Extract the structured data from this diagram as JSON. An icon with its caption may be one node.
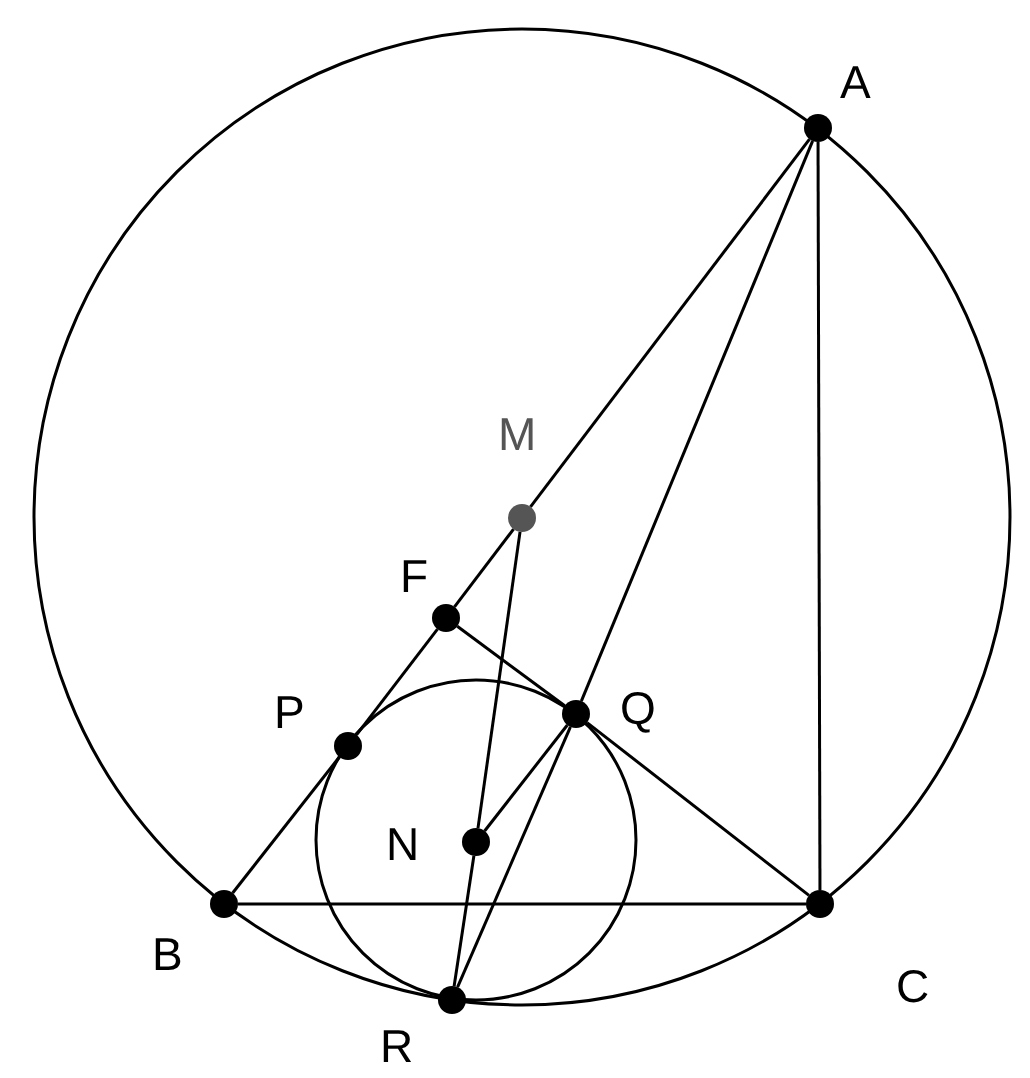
{
  "diagram": {
    "nodes": [
      {
        "text": [],
        "shape": "circle",
        "beside": [
          "A"
        ]
      },
      {
        "text": [],
        "shape": "circle",
        "beside": [
          "M"
        ]
      },
      {
        "text": [],
        "shape": "circle",
        "beside": [
          "F"
        ]
      },
      {
        "text": [],
        "shape": "circle",
        "beside": [
          "P"
        ]
      },
      {
        "text": [],
        "shape": "circle",
        "beside": [
          "Q"
        ]
      },
      {
        "text": [],
        "shape": "circle",
        "beside": [
          "N"
        ]
      },
      {
        "text": [],
        "shape": "circle",
        "beside": [
          "B"
        ]
      },
      {
        "text": [],
        "shape": "circle",
        "beside": [
          "C"
        ]
      },
      {
        "text": [],
        "shape": "circle",
        "beside": [
          "R"
        ]
      }
    ],
    "edges": [
      {
        "from": 0,
        "to": 1,
        "arrow": "none"
      },
      {
        "from": 1,
        "to": 2,
        "arrow": "none"
      },
      {
        "from": 2,
        "to": 3,
        "arrow": "none"
      },
      {
        "from": 3,
        "to": 6,
        "arrow": "none"
      },
      {
        "from": 0,
        "to": 7,
        "arrow": "none"
      },
      {
        "from": 6,
        "to": 7,
        "arrow": "none"
      },
      {
        "from": 0,
        "to": 4,
        "arrow": "none"
      },
      {
        "from": 4,
        "to": 8,
        "arrow": "none"
      },
      {
        "from": 2,
        "to": 4,
        "arrow": "none"
      },
      {
        "from": 4,
        "to": 7,
        "arrow": "none"
      },
      {
        "from": 1,
        "to": 5,
        "arrow": "none"
      },
      {
        "from": 5,
        "to": 8,
        "arrow": "none"
      },
      {
        "from": 5,
        "to": 4,
        "arrow": "none"
      }
    ]
  }
}
